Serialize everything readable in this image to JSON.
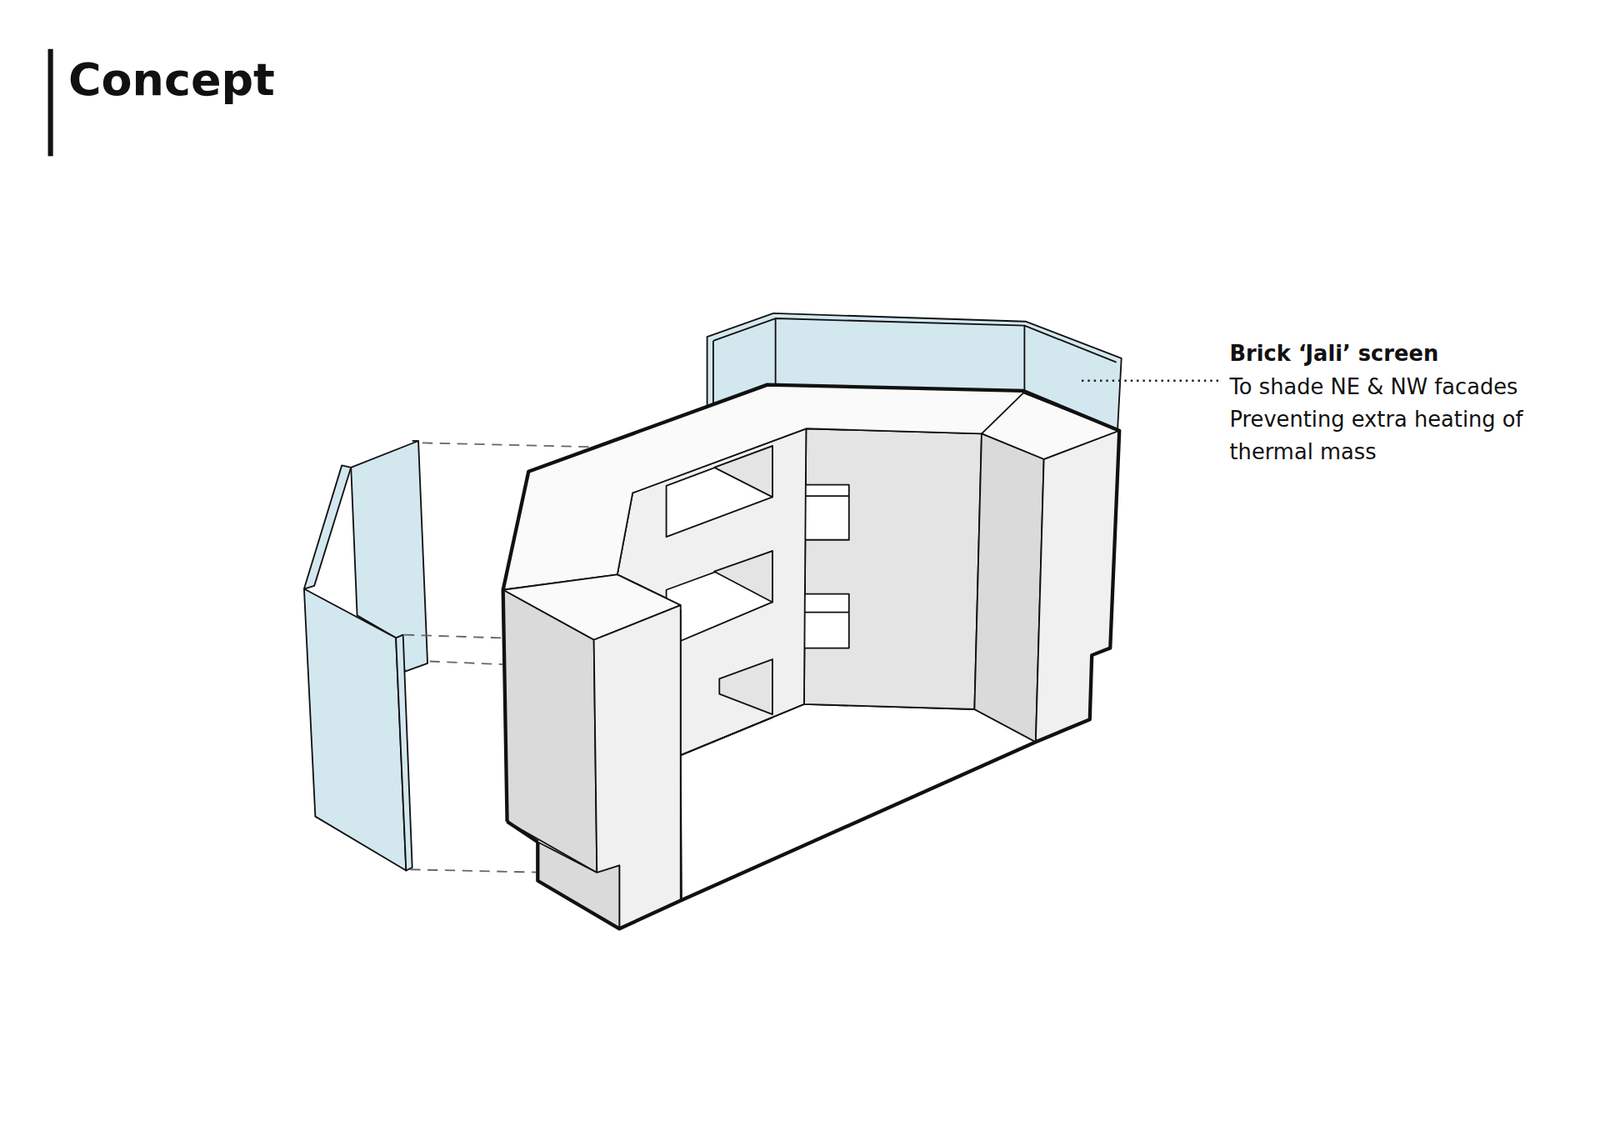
{
  "diagram": {
    "title": "Concept",
    "labels": [
      "Brick ‘Jali’ screen",
      "To shade NE & NW facades Preventing extra heating of thermal mass"
    ]
  }
}
